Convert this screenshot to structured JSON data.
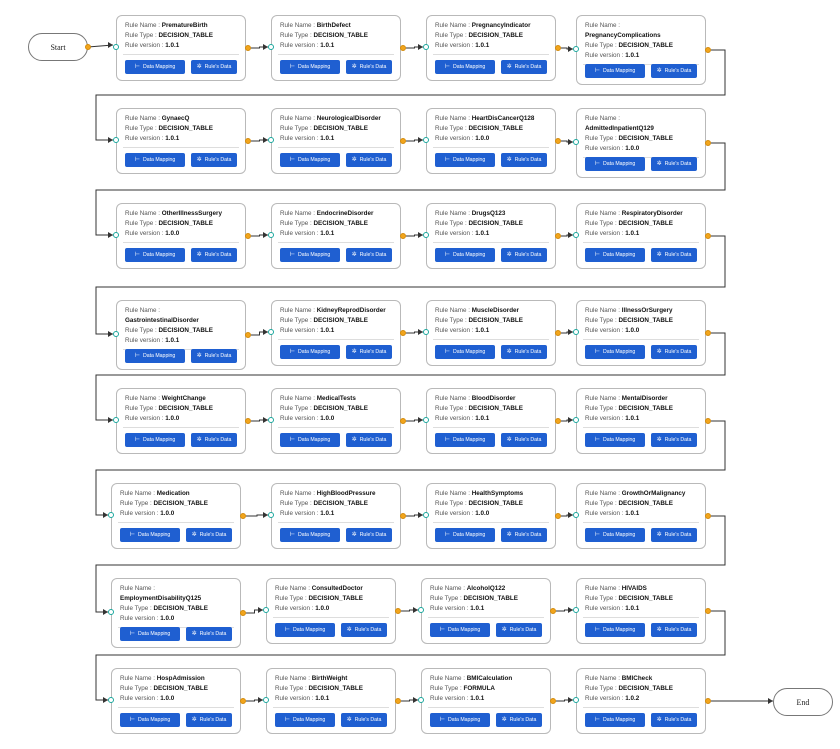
{
  "start_label": "Start",
  "end_label": "End",
  "rule_name_label": "Rule Name :",
  "rule_type_label": "Rule Type :",
  "rule_version_label": "Rule version :",
  "data_mapping_label": "Data Mapping",
  "rules_data_label": "Rule's Data",
  "colors": {
    "button": "#1f5fd1",
    "out_port": "#f2a51c",
    "in_port": "#1aa89e",
    "border": "#b9b9b9"
  },
  "rows": [
    [
      {
        "name": "PrematureBirth",
        "type": "DECISION_TABLE",
        "version": "1.0.1"
      },
      {
        "name": "BirthDefect",
        "type": "DECISION_TABLE",
        "version": "1.0.1"
      },
      {
        "name": "PregnancyIndicator",
        "type": "DECISION_TABLE",
        "version": "1.0.1"
      },
      {
        "name": "PregnancyComplications",
        "type": "DECISION_TABLE",
        "version": "1.0.1"
      }
    ],
    [
      {
        "name": "GynaecQ",
        "type": "DECISION_TABLE",
        "version": "1.0.1"
      },
      {
        "name": "NeurologicalDisorder",
        "type": "DECISION_TABLE",
        "version": "1.0.1"
      },
      {
        "name": "HeartDisCancerQ128",
        "type": "DECISION_TABLE",
        "version": "1.0.0"
      },
      {
        "name": "AdmittedInpatientQ129",
        "type": "DECISION_TABLE",
        "version": "1.0.0"
      }
    ],
    [
      {
        "name": "OtherIllnessSurgery",
        "type": "DECISION_TABLE",
        "version": "1.0.0"
      },
      {
        "name": "EndocrineDisorder",
        "type": "DECISION_TABLE",
        "version": "1.0.1"
      },
      {
        "name": "DrugsQ123",
        "type": "DECISION_TABLE",
        "version": "1.0.1"
      },
      {
        "name": "RespiratoryDisorder",
        "type": "DECISION_TABLE",
        "version": "1.0.1"
      }
    ],
    [
      {
        "name": "GastrointestinalDisorder",
        "type": "DECISION_TABLE",
        "version": "1.0.1"
      },
      {
        "name": "KidneyReprodDisorder",
        "type": "DECISION_TABLE",
        "version": "1.0.1"
      },
      {
        "name": "MuscleDisorder",
        "type": "DECISION_TABLE",
        "version": "1.0.1"
      },
      {
        "name": "IllnessOrSurgery",
        "type": "DECISION_TABLE",
        "version": "1.0.0"
      }
    ],
    [
      {
        "name": "WeightChange",
        "type": "DECISION_TABLE",
        "version": "1.0.0"
      },
      {
        "name": "MedicalTests",
        "type": "DECISION_TABLE",
        "version": "1.0.0"
      },
      {
        "name": "BloodDisorder",
        "type": "DECISION_TABLE",
        "version": "1.0.1"
      },
      {
        "name": "MentalDisorder",
        "type": "DECISION_TABLE",
        "version": "1.0.1"
      }
    ],
    [
      {
        "name": "Medication",
        "type": "DECISION_TABLE",
        "version": "1.0.0"
      },
      {
        "name": "HighBloodPressure",
        "type": "DECISION_TABLE",
        "version": "1.0.1"
      },
      {
        "name": "HealthSymptoms",
        "type": "DECISION_TABLE",
        "version": "1.0.0"
      },
      {
        "name": "GrowthOrMalignancy",
        "type": "DECISION_TABLE",
        "version": "1.0.1"
      }
    ],
    [
      {
        "name": "EmploymentDisabilityQ125",
        "type": "DECISION_TABLE",
        "version": "1.0.0"
      },
      {
        "name": "ConsultedDoctor",
        "type": "DECISION_TABLE",
        "version": "1.0.0"
      },
      {
        "name": "AlcoholQ122",
        "type": "DECISION_TABLE",
        "version": "1.0.1"
      },
      {
        "name": "HIVAIDS",
        "type": "DECISION_TABLE",
        "version": "1.0.1"
      }
    ],
    [
      {
        "name": "HospAdmission",
        "type": "DECISION_TABLE",
        "version": "1.0.0"
      },
      {
        "name": "BirthWeight",
        "type": "DECISION_TABLE",
        "version": "1.0.1"
      },
      {
        "name": "BMICalculation",
        "type": "FORMULA",
        "version": "1.0.1"
      },
      {
        "name": "BMICheck",
        "type": "DECISION_TABLE",
        "version": "1.0.2"
      }
    ]
  ]
}
